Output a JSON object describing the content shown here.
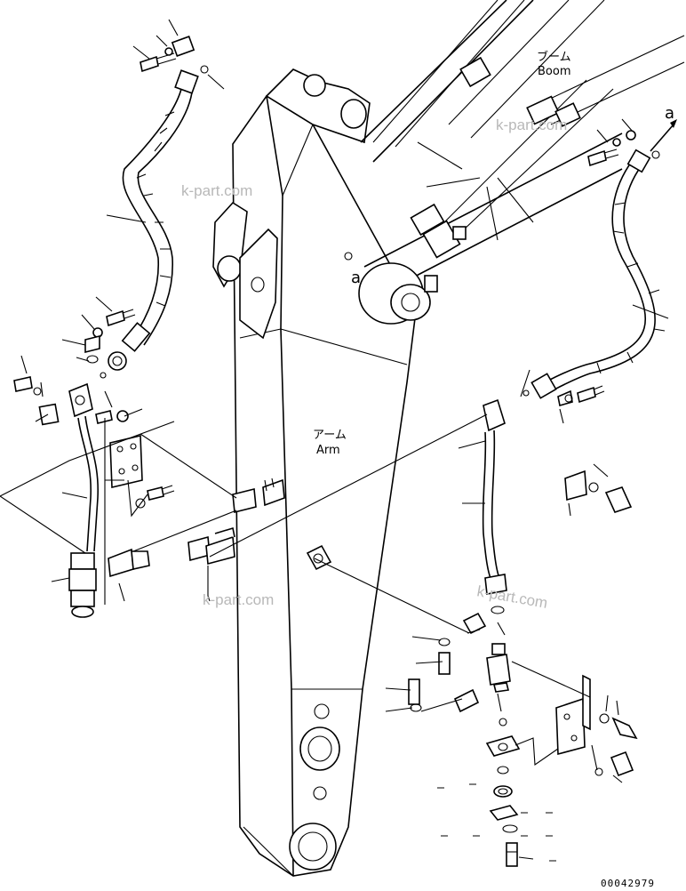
{
  "labels": {
    "boom_jp": "ブーム",
    "boom_en": "Boom",
    "arm_jp": "アーム",
    "arm_en": "Arm",
    "view_a_arrow": "a",
    "view_a_callout": "a"
  },
  "watermark": "k-part.com",
  "drawing_number": "00042979"
}
